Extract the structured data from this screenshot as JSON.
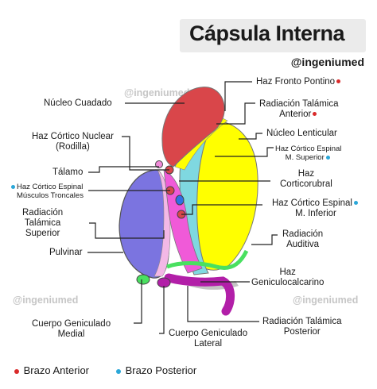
{
  "title": "Cápsula Interna",
  "handle": "@ingeniumed",
  "watermarks": [
    "@ingeniumed",
    "@ingeniumed",
    "@ingeniumed"
  ],
  "labels": {
    "haz_fronto_pontino": "Haz Fronto Pontino",
    "radiacion_talamica_anterior_1": "Radiación Talámica",
    "radiacion_talamica_anterior_2": "Anterior",
    "nucleo_cuadado": "Núcleo Cuadado",
    "nucleo_lenticular": "Núcleo Lenticular",
    "haz_cortico_nuclear_1": "Haz Córtico Nuclear",
    "haz_cortico_nuclear_2": "(Rodilla)",
    "haz_cortico_espinal_sup_1": "Haz Córtico Espinal",
    "haz_cortico_espinal_sup_2": "M. Superior",
    "talamo": "Tálamo",
    "haz_corticorubral_1": "Haz",
    "haz_corticorubral_2": "Corticorubral",
    "haz_cortico_espinal_tronco_1": "Haz Córtico Espinal",
    "haz_cortico_espinal_tronco_2": "Músculos Troncales",
    "haz_cortico_espinal_inf_1": "Haz Córtico Espinal",
    "haz_cortico_espinal_inf_2": "M. Inferior",
    "radiacion_talamica_superior_1": "Radiación",
    "radiacion_talamica_superior_2": "Talámica",
    "radiacion_talamica_superior_3": "Superior",
    "radiacion_auditiva_1": "Radiación",
    "radiacion_auditiva_2": "Auditiva",
    "pulvinar": "Pulvinar",
    "haz_geniculocalcarino_1": "Haz",
    "haz_geniculocalcarino_2": "Geniculocalcarino",
    "cuerpo_geniculado_medial_1": "Cuerpo Geniculado",
    "cuerpo_geniculado_medial_2": "Medial",
    "radiacion_talamica_posterior_1": "Radiación Talámica",
    "radiacion_talamica_posterior_2": "Posterior",
    "cuerpo_geniculado_lateral_1": "Cuerpo Geniculado",
    "cuerpo_geniculado_lateral_2": "Lateral"
  },
  "legend": {
    "anterior": "Brazo Anterior",
    "posterior": "Brazo Posterior"
  },
  "colors": {
    "brazo_anterior": "#d92a2a",
    "brazo_posterior": "#2ba7d8",
    "caudado": "#d9464a",
    "lenticular": "#ffff00",
    "talamo": "#7b74e0",
    "magenta": "#f05ad8",
    "cyan": "#7fd8e0",
    "blue_band": "#2f6fe6",
    "green": "#49e060",
    "purple_tract": "#b21fa8"
  }
}
